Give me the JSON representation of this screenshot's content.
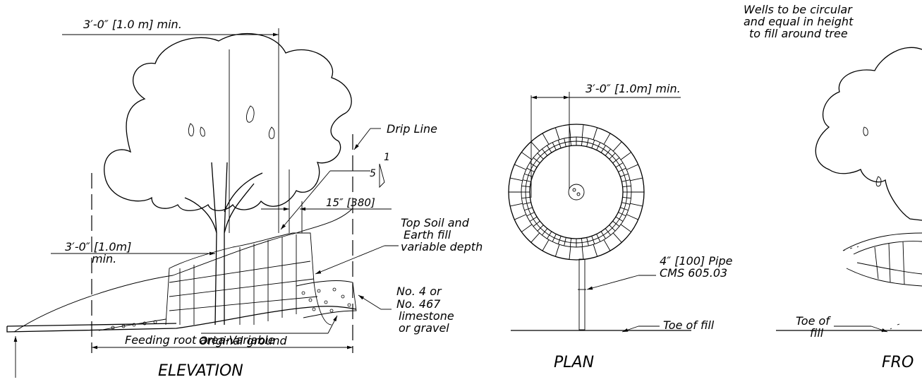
{
  "labels": {
    "elev_dim_top": "3′-0″ [1.0 m] min.",
    "drip_line": "Drip Line",
    "slope_rise": "1",
    "slope_run": "5",
    "dim_15": "15″ [380]",
    "topsoil_1": "Top Soil and",
    "topsoil_2": "Earth fill",
    "topsoil_3": "variable depth",
    "elev_dim_left_1": "3′-0″ [1.0m]",
    "elev_dim_left_2": "min.",
    "stone_1": "No. 4 or",
    "stone_2": "No. 467",
    "stone_3": "limestone",
    "stone_4": "or gravel",
    "original_ground": "Original ground",
    "feeding_root": "Feeding root area-Variable",
    "elevation_title": "ELEVATION",
    "wells_1": "Wells to be circular",
    "wells_2": "and equal in height",
    "wells_3": "to fill around tree",
    "plan_dim": "3′-0″ [1.0m] min.",
    "pipe_1": "4″ [100] Pipe",
    "pipe_2": "CMS 605.03",
    "toe_plan": "Toe of fill",
    "plan_title": "PLAN",
    "toe_front_1": "Toe of",
    "toe_front_2": "fill",
    "front_title": "FRO"
  }
}
